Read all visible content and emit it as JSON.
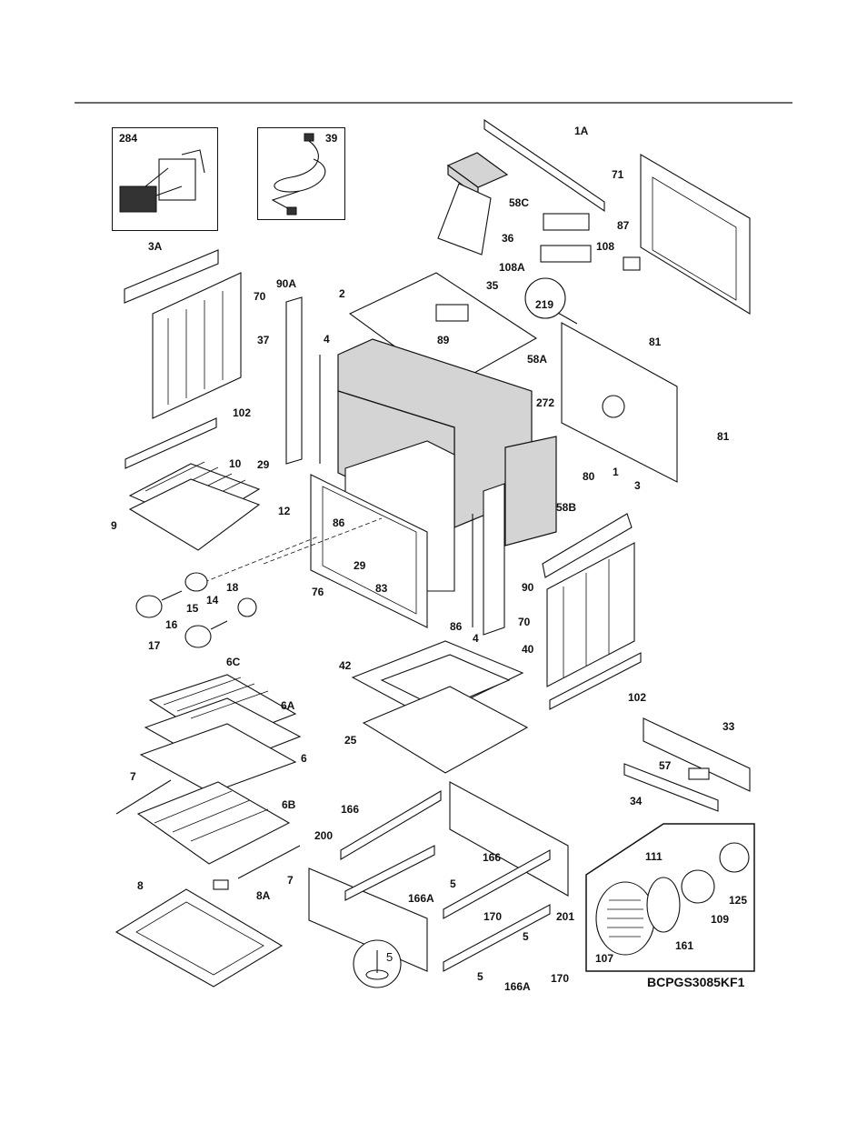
{
  "diagram": {
    "model_code": "BCPGS3085KF1",
    "insets": [
      {
        "id": "284",
        "label": "284"
      },
      {
        "id": "39",
        "label": "39"
      },
      {
        "id": "fan",
        "labels": [
          "111",
          "125",
          "109",
          "107",
          "161"
        ]
      }
    ],
    "labels": {
      "p1A": "1A",
      "p71": "71",
      "p58C": "58C",
      "p36": "36",
      "p108": "108",
      "p87": "87",
      "p108A": "108A",
      "p35": "35",
      "p219": "219",
      "p3A": "3A",
      "p70": "70",
      "p90A": "90A",
      "p2": "2",
      "p37": "37",
      "p89": "89",
      "p81a": "81",
      "p4": "4",
      "p58A": "58A",
      "p102": "102",
      "p272": "272",
      "p81b": "81",
      "p10": "10",
      "p29a": "29",
      "p80": "80",
      "p1": "1",
      "p12": "12",
      "p3": "3",
      "p9": "9",
      "p86a": "86",
      "p58B": "58B",
      "p29b": "29",
      "p18": "18",
      "p83": "83",
      "p76": "76",
      "p90": "90",
      "p14": "14",
      "p15": "15",
      "p70b": "70",
      "p16": "16",
      "p86b": "86",
      "p4b": "4",
      "p17": "17",
      "p40": "40",
      "p6C": "6C",
      "p42": "42",
      "p102b": "102",
      "p6A": "6A",
      "p33": "33",
      "p25": "25",
      "p6": "6",
      "p57": "57",
      "p7": "7",
      "p34": "34",
      "p166": "166",
      "p6B": "6B",
      "p200": "200",
      "p166b": "166",
      "p111": "111",
      "p5a": "5",
      "p7b": "7",
      "p166A": "166A",
      "p125": "125",
      "p8": "8",
      "p8A": "8A",
      "p170": "170",
      "p201": "201",
      "p109": "109",
      "p5b": "5",
      "p161": "161",
      "p107": "107",
      "p5c": "5",
      "p5d": "5",
      "p166Ab": "166A",
      "p170b": "170"
    }
  }
}
